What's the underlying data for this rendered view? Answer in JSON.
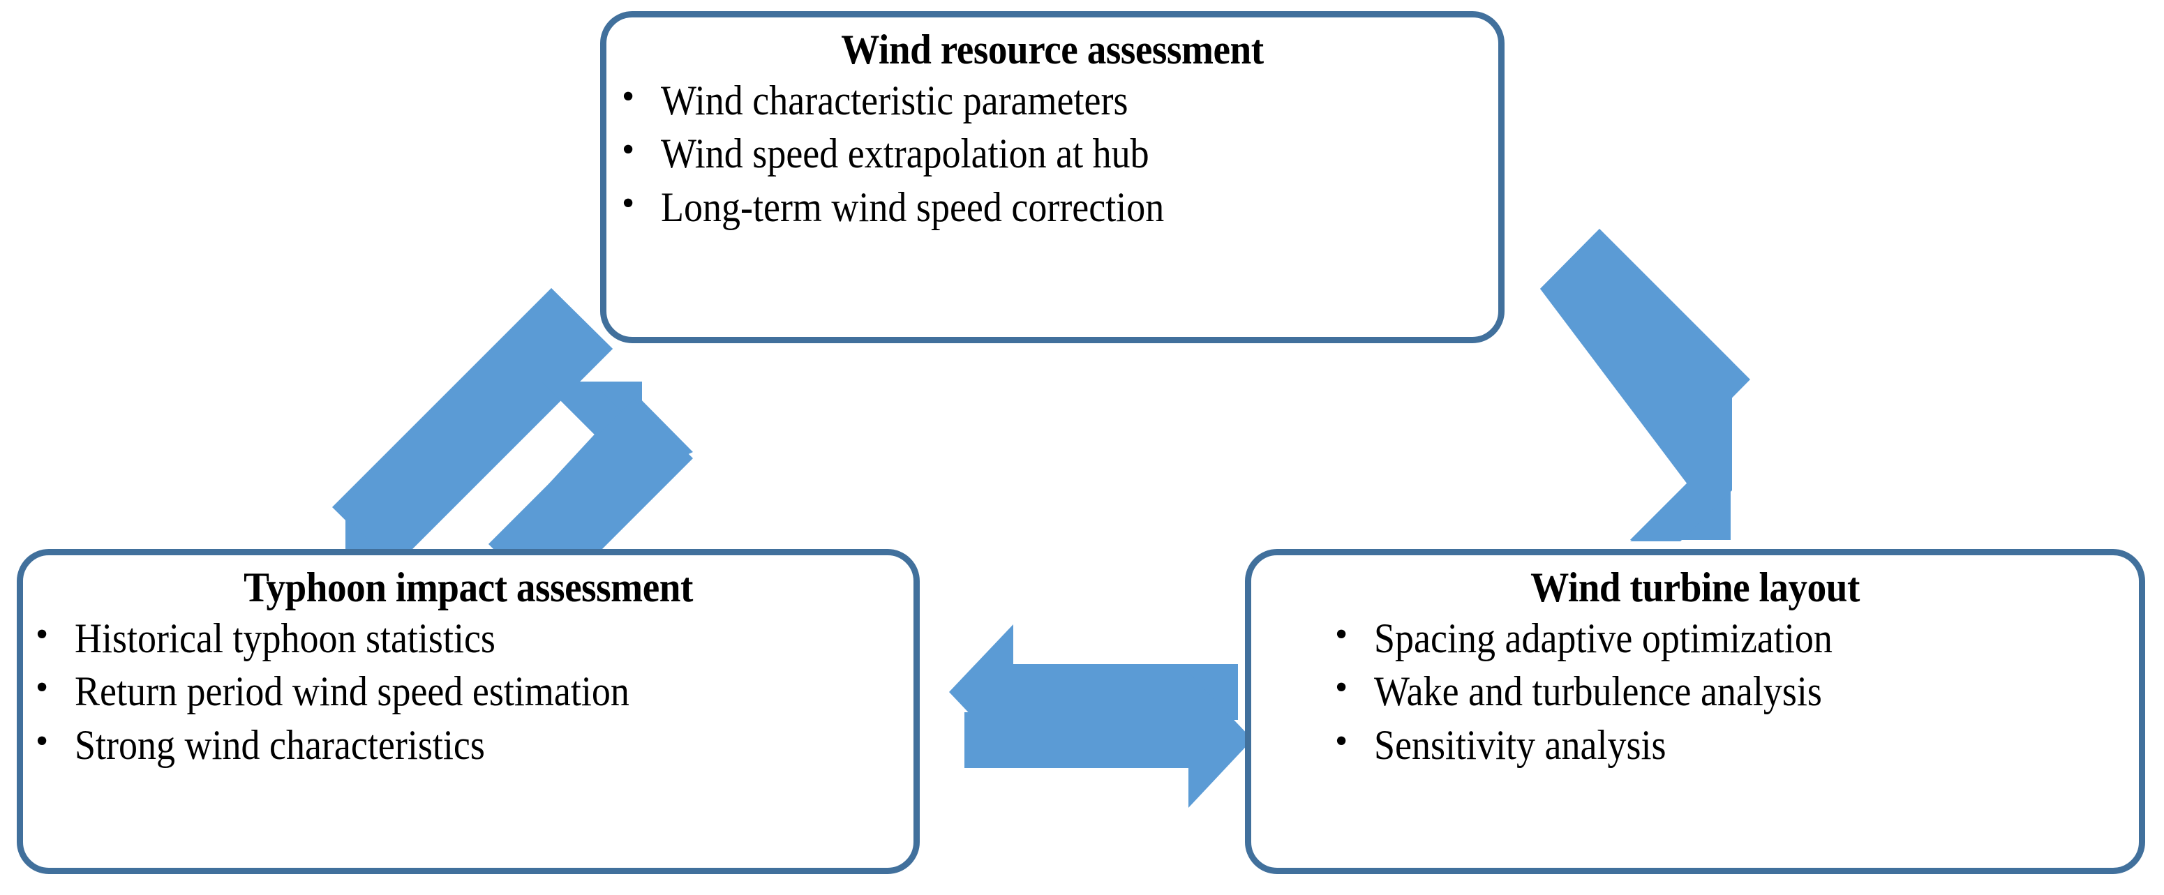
{
  "diagram": {
    "title_text_color": "#000000",
    "box_border_color": "#41709C",
    "box_fill_color": "#FFFFFF",
    "arrow_color": "#5B9BD5",
    "bullet_glyph": "•"
  },
  "nodes": {
    "top": {
      "title": "Wind resource assessment",
      "bullets": [
        "Wind characteristic parameters",
        "Wind speed extrapolation at hub",
        "Long-term wind speed correction"
      ]
    },
    "bottom_left": {
      "title": "Typhoon impact assessment",
      "bullets": [
        "Historical typhoon statistics",
        "Return period wind speed estimation",
        "Strong wind characteristics"
      ]
    },
    "bottom_right": {
      "title": "Wind turbine layout",
      "bullets": [
        "Spacing adaptive optimization",
        "Wake and turbulence analysis",
        "Sensitivity analysis"
      ]
    }
  },
  "arrows": [
    {
      "name": "arrow-top-to-left",
      "direction": "down-left",
      "from": "Wind resource assessment",
      "to": "Typhoon impact assessment"
    },
    {
      "name": "arrow-left-to-top",
      "direction": "up-right",
      "from": "Typhoon impact assessment",
      "to": "Wind resource assessment"
    },
    {
      "name": "arrow-top-to-right",
      "direction": "down-right",
      "from": "Wind resource assessment",
      "to": "Wind turbine layout"
    },
    {
      "name": "arrow-right-to-left",
      "direction": "left",
      "from": "Wind turbine layout",
      "to": "Typhoon impact assessment"
    },
    {
      "name": "arrow-left-to-right",
      "direction": "right",
      "from": "Typhoon impact assessment",
      "to": "Wind turbine layout"
    }
  ]
}
